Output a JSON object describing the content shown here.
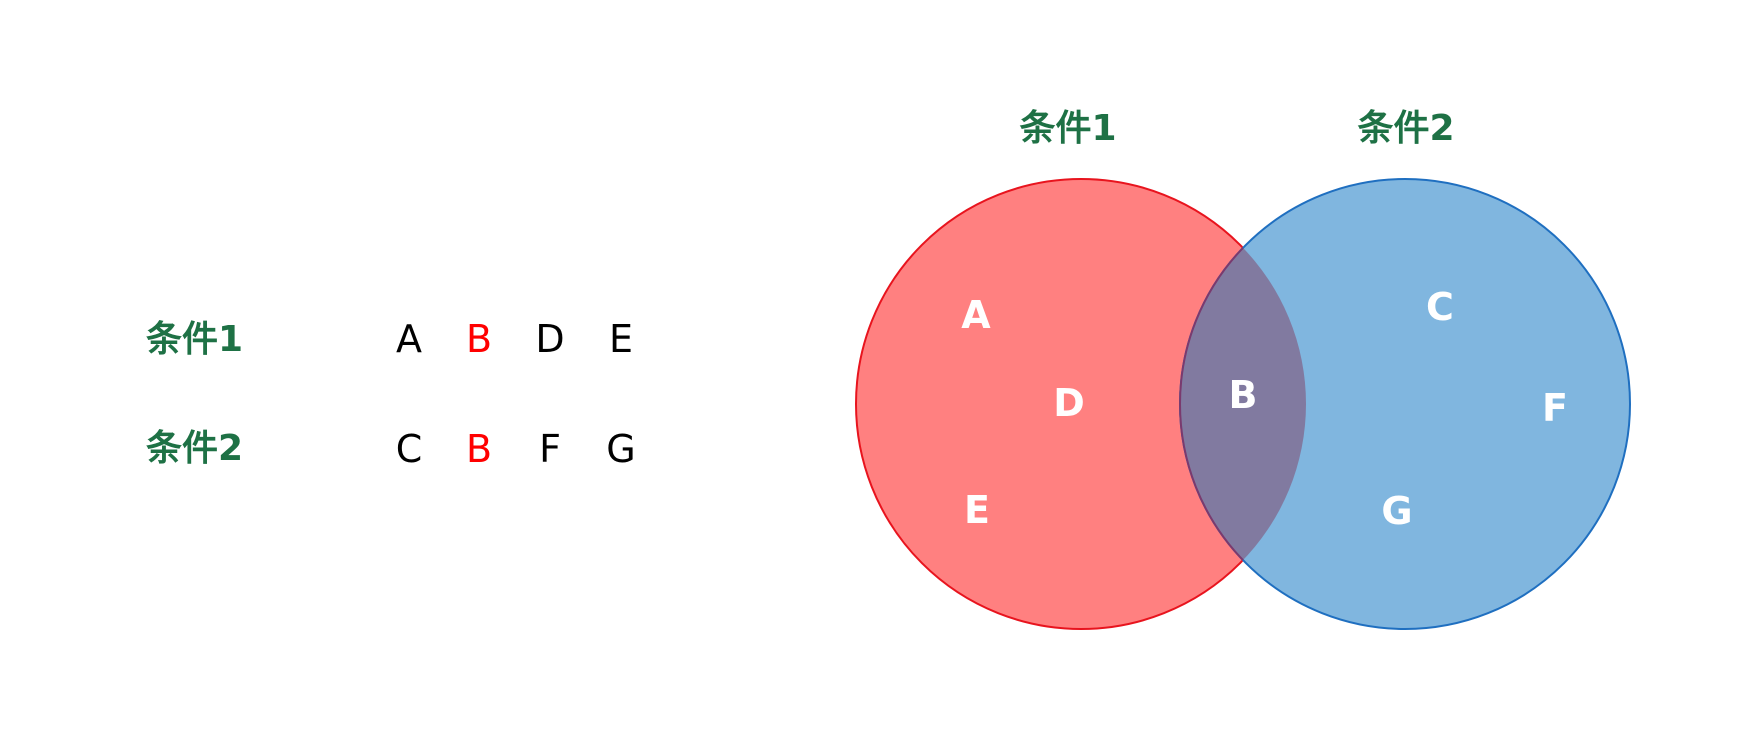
{
  "table": {
    "rows": [
      {
        "label": "条件1",
        "items": [
          "A",
          "B",
          "D",
          "E"
        ],
        "highlight": [
          false,
          true,
          false,
          false
        ]
      },
      {
        "label": "条件2",
        "items": [
          "C",
          "B",
          "F",
          "G"
        ],
        "highlight": [
          false,
          true,
          false,
          false
        ]
      }
    ]
  },
  "venn": {
    "left": {
      "title": "条件1",
      "letters": [
        "A",
        "D",
        "E"
      ],
      "fill": "#ff8080",
      "stroke": "#e8141e"
    },
    "right": {
      "title": "条件2",
      "letters": [
        "C",
        "F",
        "G"
      ],
      "fill": "#80b6df",
      "stroke": "#1f6fc0"
    },
    "overlap": {
      "letters": [
        "B"
      ],
      "fill": "#817aa0"
    },
    "title_color": "#1e7145",
    "letter_color": "#ffffff"
  },
  "colors": {
    "label": "#1e7145",
    "highlight": "#ff0000",
    "text": "#000000"
  }
}
